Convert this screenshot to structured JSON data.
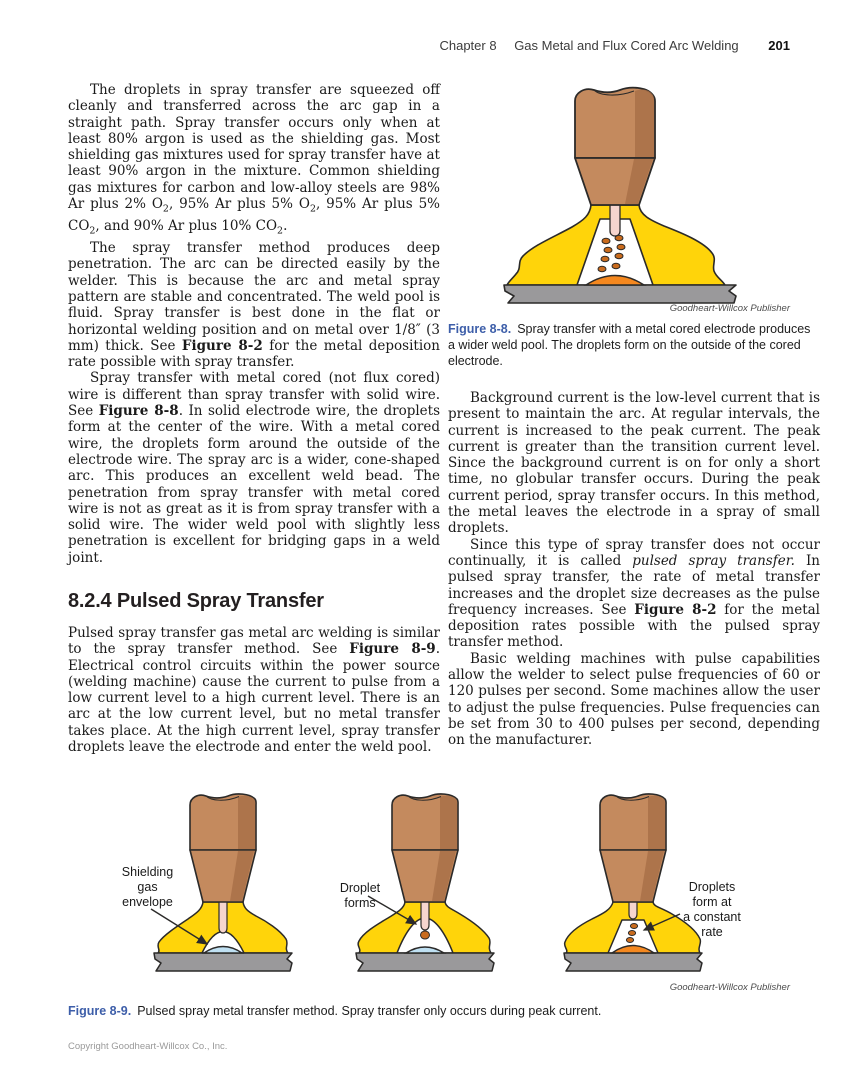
{
  "header": {
    "chapter": "Chapter 8",
    "title": "Gas Metal and Flux Cored Arc Welding",
    "page_number": "201"
  },
  "left_column": {
    "para1": [
      {
        "t": "The droplets in spray transfer are squeezed off cleanly and transferred across the arc gap in a straight path. Spray transfer occurs only when at least 80% argon is used as the shielding gas. Most shielding gas mixtures used for spray transfer have at least 90% argon in the mixture. Common shielding gas mixtures for carbon and low-alloy steels are 98% Ar plus 2% O"
      },
      {
        "t": "2",
        "sub": true
      },
      {
        "t": ", 95% Ar plus 5% O"
      },
      {
        "t": "2",
        "sub": true
      },
      {
        "t": ", 95% Ar plus 5% CO"
      },
      {
        "t": "2",
        "sub": true
      },
      {
        "t": ", and 90% Ar plus 10% CO"
      },
      {
        "t": "2",
        "sub": true
      },
      {
        "t": "."
      }
    ],
    "para2": [
      {
        "t": "The spray transfer method produces deep penetration. The arc can be directed easily by the welder. This is because the arc and metal spray pattern are stable and concentrated. The weld pool is fluid. Spray transfer is best done in the flat or horizontal welding position and on metal over 1/8″ (3 mm) thick. See "
      },
      {
        "t": "Figure 8-2",
        "b": true
      },
      {
        "t": " for the metal deposition rate possible with spray transfer."
      }
    ],
    "para3": [
      {
        "t": "Spray transfer with metal cored (not flux cored) wire is different than spray transfer with solid wire. See "
      },
      {
        "t": "Figure 8-8",
        "b": true
      },
      {
        "t": ". In solid electrode wire, the droplets form at the center of the wire. With a metal cored wire, the droplets form around the outside of the electrode wire. The spray arc is a wider, cone-shaped arc. This produces an excellent weld bead. The penetration from spray transfer with metal cored wire is not as great as it is from spray transfer with a solid wire. The wider weld pool with slightly less penetration is excellent for bridging gaps in a weld joint."
      }
    ],
    "section_heading": "8.2.4 Pulsed Spray Transfer",
    "para4": [
      {
        "t": "Pulsed spray transfer gas metal arc welding is similar to the spray transfer method. See "
      },
      {
        "t": "Figure 8-9",
        "b": true
      },
      {
        "t": ". Electrical control circuits within the power source (welding machine) cause the current to pulse from a low current level to a high current level. There is an arc at the low current level, but no metal transfer takes place. At the high current level, spray transfer droplets leave the electrode and enter the weld pool."
      }
    ]
  },
  "right_column": {
    "figure_8_8": {
      "label": "Figure 8-8.",
      "caption": "Spray transfer with a metal cored electrode produces a wider weld pool. The droplets form on the outside of the cored electrode.",
      "credit": "Goodheart-Willcox Publisher"
    },
    "para5": [
      {
        "t": "Background current is the low-level current that is present to maintain the arc. At regular intervals, the current is increased to the peak current. The peak current is greater than the transition current level. Since the background current is on for only a short time, no globular transfer occurs. During the peak current period, spray transfer occurs. In this method, the metal leaves the electrode in a spray of small droplets."
      }
    ],
    "para6": [
      {
        "t": "Since this type of spray transfer does not occur continually, it is called "
      },
      {
        "t": "pulsed spray transfer.",
        "i": true
      },
      {
        "t": " In pulsed spray transfer, the rate of metal transfer increases and the droplet size decreases as the pulse frequency increases. See "
      },
      {
        "t": "Figure 8-2",
        "b": true
      },
      {
        "t": " for the metal deposition rates possible with the pulsed spray transfer method."
      }
    ],
    "para7": [
      {
        "t": "Basic welding machines with pulse capabilities allow the welder to select pulse frequencies of 60 or 120 pulses per second. Some machines allow the user to adjust the pulse frequencies. Pulse frequencies can be set from 30 to 400 pulses per second, depending on the manufacturer."
      }
    ]
  },
  "figure_8_9": {
    "label": "Figure 8-9.",
    "caption": "Pulsed spray metal transfer method. Spray transfer only occurs during peak current.",
    "credit": "Goodheart-Willcox Publisher",
    "callouts": {
      "torch1": [
        "Shielding",
        "gas",
        "envelope"
      ],
      "torch2": [
        "Droplet",
        "forms"
      ],
      "torch3": [
        "Droplets",
        "form at",
        "a constant",
        "rate"
      ]
    }
  },
  "footer": {
    "copyright": "Copyright Goodheart-Willcox Co., Inc."
  },
  "colors": {
    "caption_blue": "#3d5ea9",
    "torch_tan": "#c48a5e",
    "torch_shadow": "#a97048",
    "gas_yellow": "#ffd40a",
    "electrode_pink": "#f6d5ce",
    "droplet_orange": "#c96b1d",
    "pool_orange": "#f5881f",
    "pool_blue": "#bfe0f2",
    "plate_gray": "#9a999b",
    "outline": "#2b2a29"
  }
}
